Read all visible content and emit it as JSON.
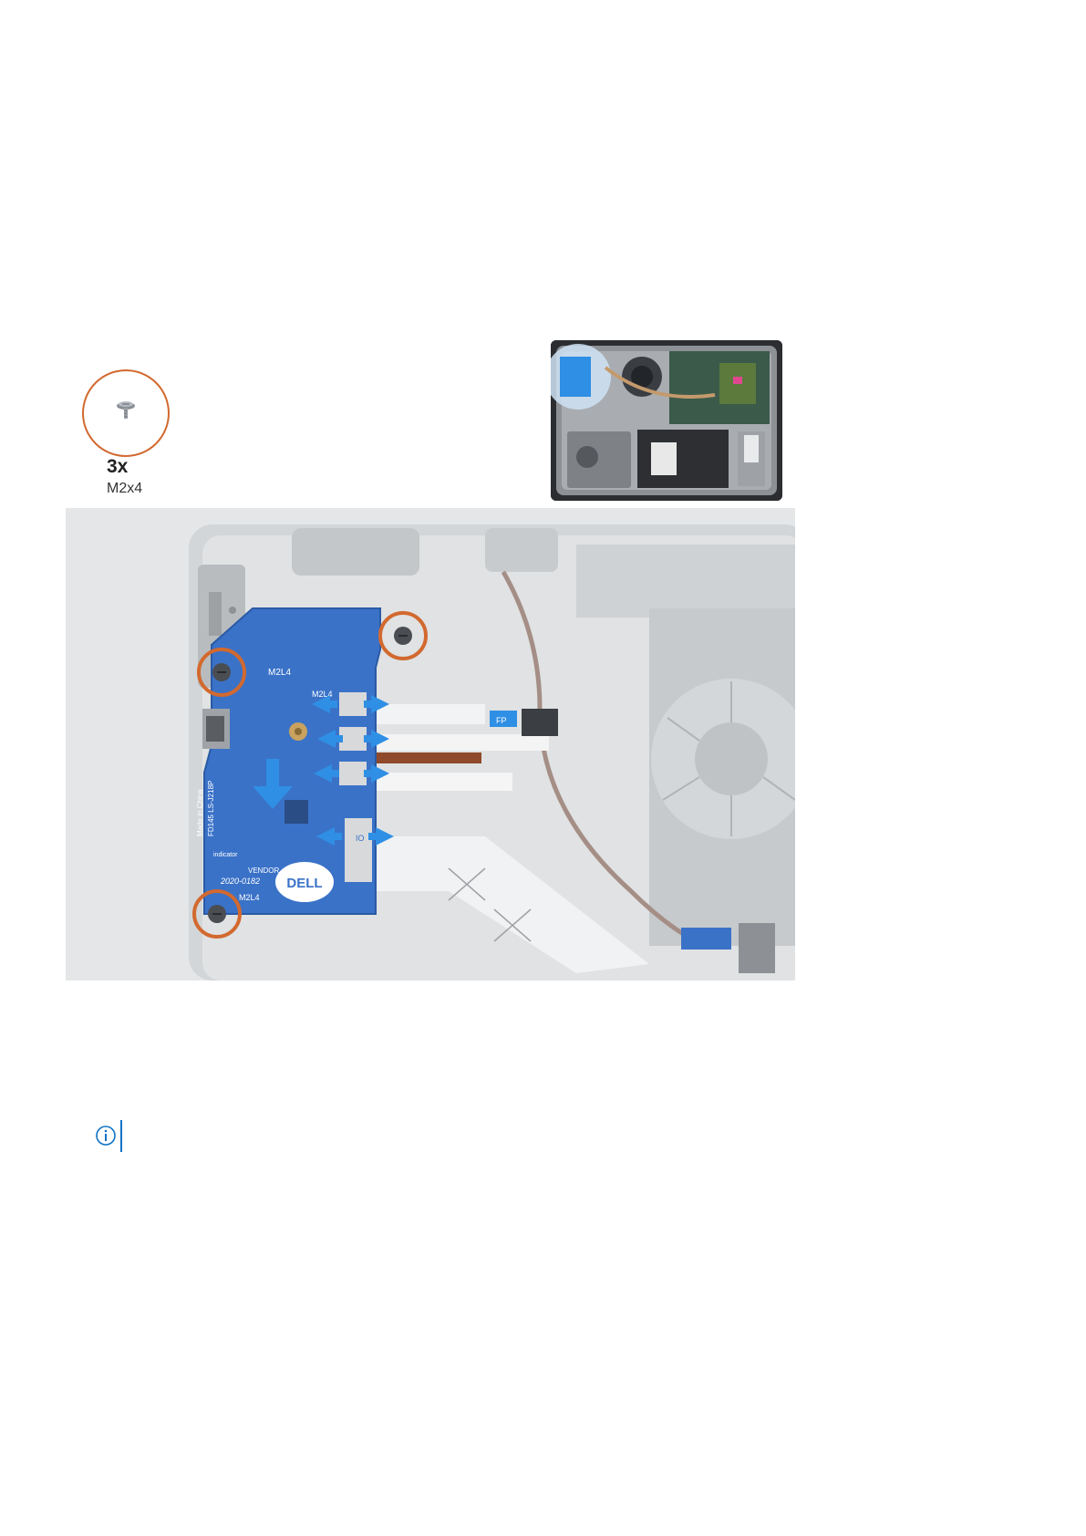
{
  "screw": {
    "count": "3x",
    "size": "M2x4"
  },
  "board_labels": {
    "screw_label": "M2L4",
    "connector_label_1": "FP",
    "connector_label_2": "IO",
    "brand": "DELL",
    "made_in": "Made in China",
    "part_id": "FD145 LS-J218P",
    "indicator": "indicator",
    "vendor": "VENDOR",
    "date_code": "2020-0182"
  },
  "colors": {
    "callout_ring": "#d2692f",
    "board_blue": "#3a72c8",
    "arrow_blue": "#2f8fe4",
    "note_blue": "#0e72c4"
  },
  "icons": {
    "note": "info-circle-icon",
    "screw": "screw-icon"
  }
}
